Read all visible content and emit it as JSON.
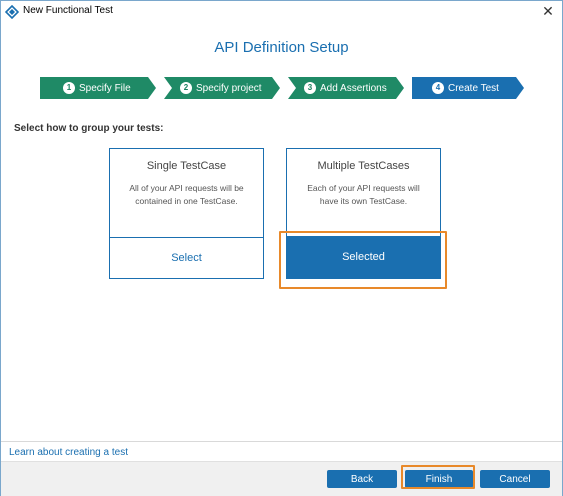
{
  "window": {
    "title": "New Functional Test",
    "close_glyph": "✕",
    "icon": "readyapi-icon"
  },
  "heading": "API Definition Setup",
  "steps": [
    {
      "number": "1",
      "label": "Specify File",
      "state": "done"
    },
    {
      "number": "2",
      "label": "Specify project",
      "state": "done"
    },
    {
      "number": "3",
      "label": "Add Assertions",
      "state": "done"
    },
    {
      "number": "4",
      "label": "Create Test",
      "state": "current"
    }
  ],
  "prompt": "Select how to group your tests:",
  "options": [
    {
      "title": "Single TestCase",
      "description": "All of your API requests will be contained in one TestCase.",
      "button_label": "Select",
      "selected": false
    },
    {
      "title": "Multiple TestCases",
      "description": "Each of your API requests will have its own TestCase.",
      "button_label": "Selected",
      "selected": true
    }
  ],
  "footer": {
    "learn_link": "Learn about creating a test",
    "back_label": "Back",
    "finish_label": "Finish",
    "cancel_label": "Cancel"
  },
  "colors": {
    "accent_blue": "#1a6fb0",
    "step_green": "#1f8a66",
    "highlight_orange": "#e8892a"
  }
}
